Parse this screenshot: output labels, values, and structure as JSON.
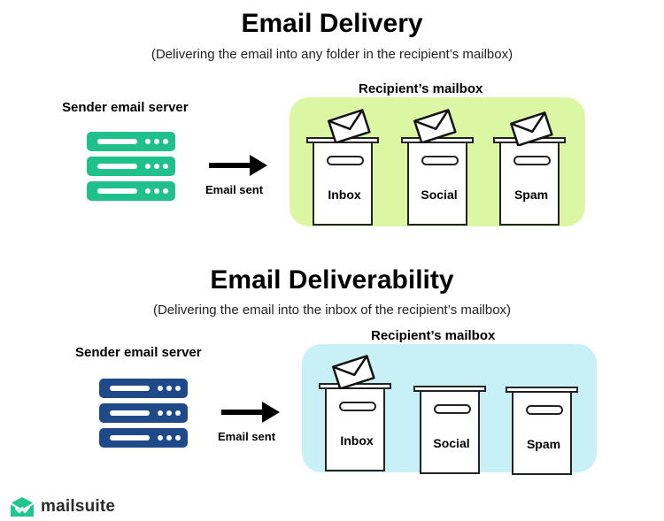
{
  "colors": {
    "delivery_server": "#1fc08a",
    "deliverability_server": "#1e4a8a",
    "delivery_panel": "#dcf7a3",
    "deliverability_panel": "#c8f1f7",
    "logo_green": "#22c58b"
  },
  "icons": {
    "envelope": "envelope-icon",
    "server": "server-rack-icon",
    "arrow": "arrow-right-icon",
    "logo": "mailsuite-logo-icon"
  },
  "delivery": {
    "title": "Email Delivery",
    "subtitle": "(Delivering the email into any folder in the recipient’s mailbox)",
    "sender_label": "Sender email server",
    "arrow_label": "Email sent",
    "mailbox_label": "Recipient’s mailbox",
    "folders": [
      {
        "label": "Inbox",
        "has_email": true
      },
      {
        "label": "Social",
        "has_email": true
      },
      {
        "label": "Spam",
        "has_email": true
      }
    ]
  },
  "deliverability": {
    "title": "Email Deliverability",
    "subtitle": "(Delivering the email into the inbox of the recipient’s mailbox)",
    "sender_label": "Sender email server",
    "arrow_label": "Email sent",
    "mailbox_label": "Recipient’s mailbox",
    "folders": [
      {
        "label": "Inbox",
        "has_email": true
      },
      {
        "label": "Social",
        "has_email": false
      },
      {
        "label": "Spam",
        "has_email": false
      }
    ]
  },
  "brand": {
    "name": "mailsuite"
  }
}
